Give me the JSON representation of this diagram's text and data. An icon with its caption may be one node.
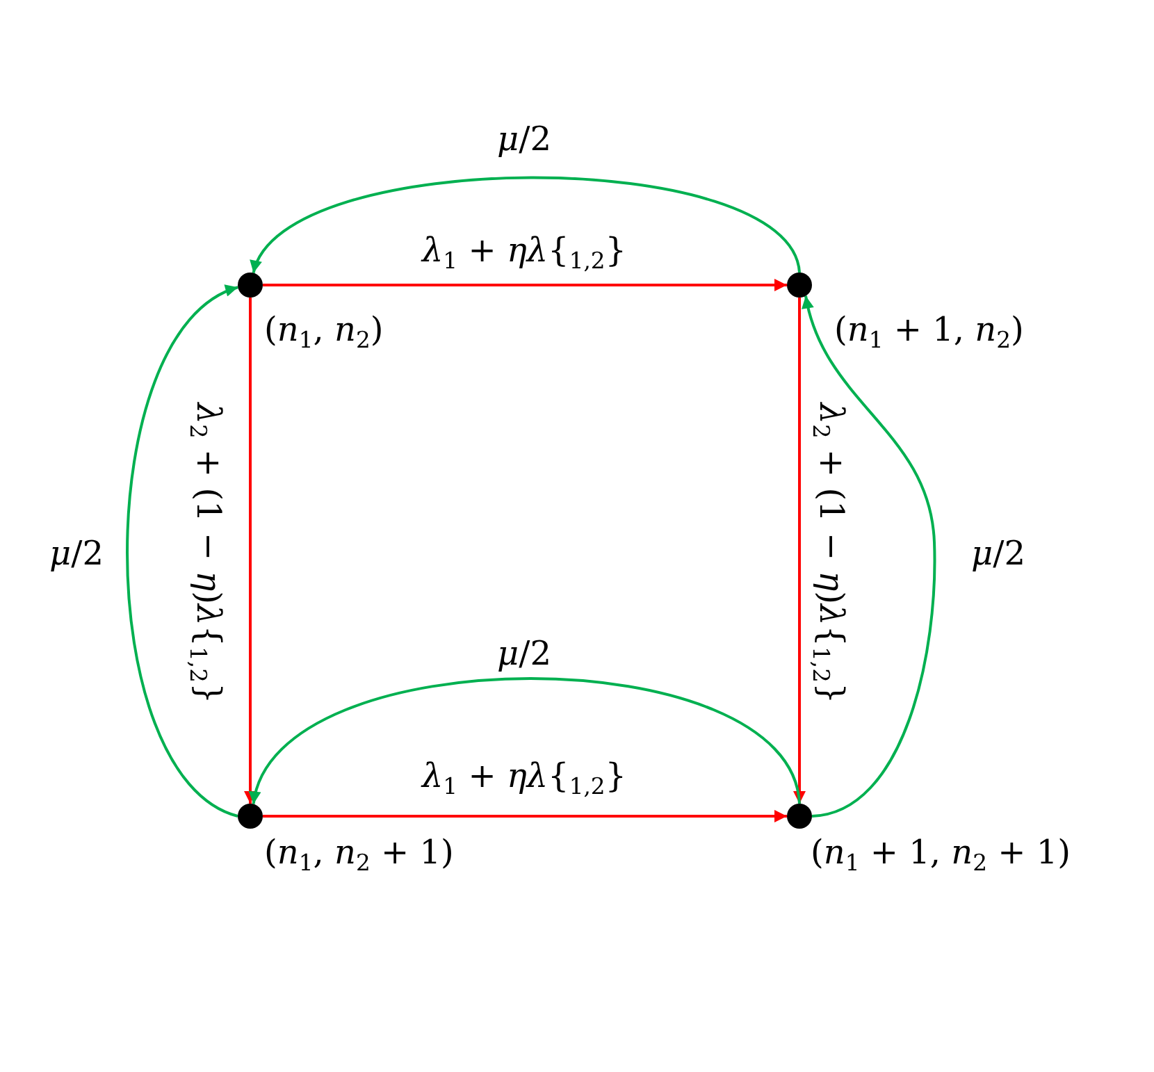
{
  "diagram": {
    "nodes": [
      {
        "text": [],
        "shape": "circle",
        "beside": [
          "(*n*$_{1}$, *n*$_{2}$)"
        ]
      },
      {
        "text": [],
        "shape": "circle",
        "beside": [
          "(*n*$_{1}$ + 1, *n*$_{2}$)"
        ]
      },
      {
        "text": [],
        "shape": "circle",
        "beside": [
          "(*n*$_{1}$, *n*$_{2}$ + 1)"
        ]
      },
      {
        "text": [],
        "shape": "circle",
        "beside": [
          "(*n*$_{1}$ + 1, *n*$_{2}$ + 1)"
        ]
      }
    ],
    "edges": [
      {
        "from": 1,
        "to": 0,
        "arrow": "to",
        "label": "*μ*/2",
        "color": "#00b050"
      },
      {
        "from": 0,
        "to": 1,
        "arrow": "to",
        "label": "*λ*$_{1}$ + *ηλ*{$_{1,2}$}",
        "color": "#ff0000"
      },
      {
        "from": 2,
        "to": 0,
        "arrow": "to",
        "label": "*μ*/2",
        "color": "#00b050"
      },
      {
        "from": 0,
        "to": 2,
        "arrow": "to",
        "label": "*λ*$_{2}$ + (1 − *η*)*λ*{$_{1,2}$}",
        "color": "#ff0000"
      },
      {
        "from": 1,
        "to": 3,
        "arrow": "to",
        "label": "*λ*$_{2}$ + (1 − *η*)*λ*{$_{1,2}$}",
        "color": "#ff0000"
      },
      {
        "from": 3,
        "to": 1,
        "arrow": "to",
        "label": "*μ*/2",
        "color": "#00b050"
      },
      {
        "from": 3,
        "to": 2,
        "arrow": "to",
        "label": "*μ*/2",
        "color": "#00b050"
      },
      {
        "from": 2,
        "to": 3,
        "arrow": "to",
        "label": "*λ*$_{1}$ + *ηλ*{$_{1,2}$}",
        "color": "#ff0000"
      }
    ]
  }
}
